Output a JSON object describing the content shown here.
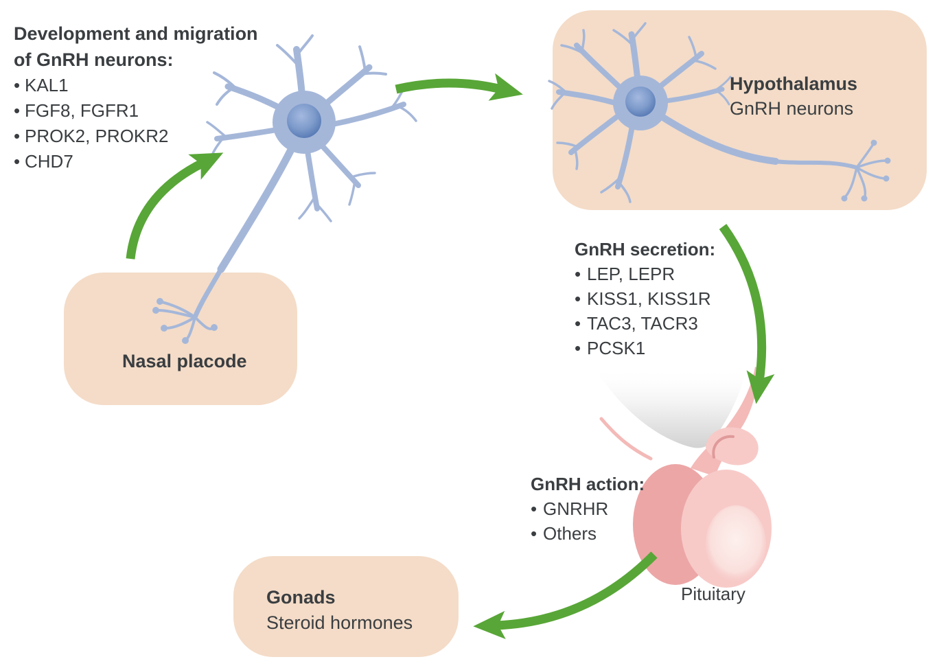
{
  "colors": {
    "peach": "#F4DCC8",
    "green": "#58A637",
    "ink": "#3A3E41",
    "neuron-blue": "#A5B7D9",
    "pituitary-pink": "#F3BAB8",
    "pituitary-pink-dark": "#ECA6A6",
    "pituitary-pink-light": "#F7CAC8"
  },
  "development": {
    "title_line1": "Development and migration",
    "title_line2": "of GnRH neurons:",
    "items": [
      "KAL1",
      "FGF8, FGFR1",
      "PROK2, PROKR2",
      "CHD7"
    ]
  },
  "hypothalamus": {
    "title": "Hypothalamus",
    "subtitle": "GnRH neurons"
  },
  "secretion": {
    "title": "GnRH secretion:",
    "items": [
      "LEP, LEPR",
      "KISS1, KISS1R",
      "TAC3, TACR3",
      "PCSK1"
    ]
  },
  "action": {
    "title": "GnRH action:",
    "items": [
      "GNRHR",
      "Others"
    ]
  },
  "pituitary": {
    "label": "Pituitary"
  },
  "gonads": {
    "title": "Gonads",
    "subtitle": "Steroid hormones"
  },
  "nasal_placode": {
    "label": "Nasal placode"
  }
}
